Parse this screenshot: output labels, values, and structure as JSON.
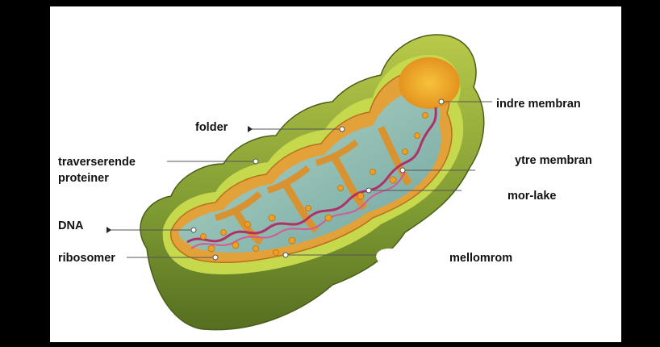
{
  "diagram": {
    "labels": {
      "folder": "folder",
      "traverserende": "traverserende proteiner",
      "dna": "DNA",
      "ribosomer": "ribosomer",
      "indre_membran": "indre membran",
      "ytre_membran": "ytre membran",
      "mor_lake": "mor-lake",
      "mellomrom": "mellomrom"
    },
    "colors": {
      "outer_membrane": "#7fa83a",
      "outer_rim": "#c7d94a",
      "inner_membrane": "#e0a030",
      "matrix": "#8fbfb6",
      "dna": "#b0306a",
      "ribosome": "#f0a020"
    }
  }
}
